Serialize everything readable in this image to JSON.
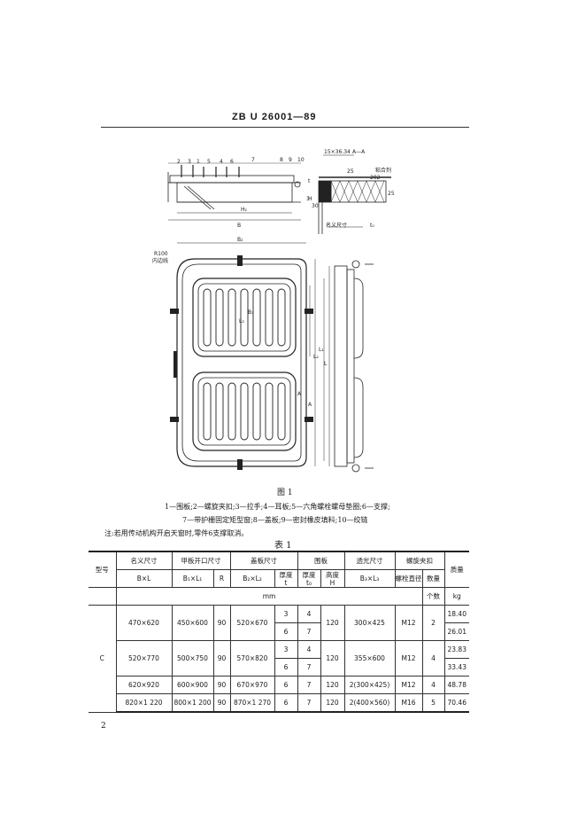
{
  "header": {
    "standard_code": "ZB U 26001—89"
  },
  "figure": {
    "title": "图 1",
    "part_numbers": [
      "2",
      "3",
      "1",
      "5",
      "4",
      "6",
      "7",
      "8",
      "9",
      "10"
    ],
    "labels": {
      "section": "15×36.34",
      "section_aa": "A—A",
      "glue": "粘合剂",
      "glue_num": "202",
      "dim_25a": "25",
      "dim_25b": "25",
      "dim_30": "30",
      "nominal": "名义尺寸",
      "h2": "H₂",
      "b": "B",
      "b2": "B₂",
      "h": "H",
      "t": "t",
      "r100": "R100",
      "inner": "内边线",
      "a1": "A",
      "a2": "A",
      "l3": "L₃",
      "b3": "B₃",
      "l2": "L₂",
      "l": "L",
      "l1": "L₁",
      "t0": "t₀",
      "dim_3": "3"
    },
    "caption_line1": "1—围板;2—螺旋夹扣;3—拉手;4—耳板;5—六角螺栓螺母垫圈;6—支撑;",
    "caption_line2": "7—带护栅固定矩型窗;8—盖板;9—密封橡皮填料;10—绞链",
    "note": "注:若用传动机构开启天窗时,零件6支撑取消。"
  },
  "table": {
    "title": "表 1",
    "headers": {
      "model": "型号",
      "nominal": "名义尺寸",
      "nominal_sub": "B×L",
      "opening": "甲板开口尺寸",
      "opening_sub": "B₁×L₁",
      "r": "R",
      "cover": "盖板尺寸",
      "cover_sub": "B₂×L₂",
      "thickness": "厚度",
      "thickness_sub": "t",
      "coaming": "围板",
      "coaming_thick": "厚度",
      "coaming_thick_sub": "t₀",
      "coaming_height": "高度",
      "coaming_height_sub": "H",
      "light": "透光尺寸",
      "light_sub": "B₃×L₃",
      "clamp": "螺旋夹扣",
      "bolt_dia": "螺栓直径",
      "qty": "数量",
      "mass": "质量",
      "unit_mm": "mm",
      "unit_pcs": "个数",
      "unit_kg": "kg"
    },
    "model": "C",
    "rows": [
      {
        "nominal": "470×620",
        "opening": "450×600",
        "r": "90",
        "cover": "520×670",
        "t": "3",
        "t0": "4",
        "h": "120",
        "light": "300×425",
        "bolt": "M12",
        "qty": "2",
        "mass": "18.40"
      },
      {
        "t": "6",
        "t0": "7",
        "mass": "26.01"
      },
      {
        "nominal": "520×770",
        "opening": "500×750",
        "r": "90",
        "cover": "570×820",
        "t": "3",
        "t0": "4",
        "h": "120",
        "light": "355×600",
        "bolt": "M12",
        "qty": "4",
        "mass": "23.83"
      },
      {
        "t": "6",
        "t0": "7",
        "mass": "33.43"
      },
      {
        "nominal": "620×920",
        "opening": "600×900",
        "r": "90",
        "cover": "670×970",
        "t": "6",
        "t0": "7",
        "h": "120",
        "light": "2(300×425)",
        "bolt": "M12",
        "qty": "4",
        "mass": "48.78"
      },
      {
        "nominal": "820×1 220",
        "opening": "800×1 200",
        "r": "90",
        "cover": "870×1 270",
        "t": "6",
        "t0": "7",
        "h": "120",
        "light": "2(400×560)",
        "bolt": "M16",
        "qty": "5",
        "mass": "70.46"
      }
    ]
  },
  "footer": {
    "page_number": "2"
  }
}
